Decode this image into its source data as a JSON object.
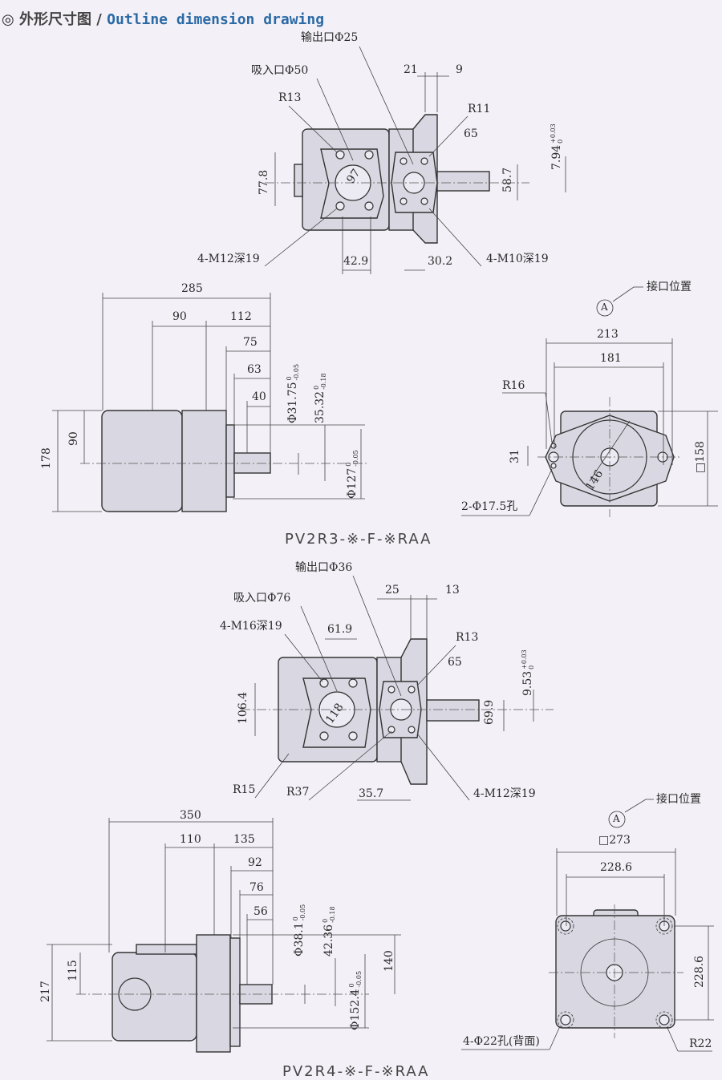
{
  "header": {
    "symbol": "◎",
    "title_cn": "外形尺寸图",
    "separator": "/",
    "title_en": "Outline dimension drawing"
  },
  "pv2r3": {
    "model": "PV2R3-※-F-※RAA",
    "top": {
      "outlet": "输出口Φ25",
      "inlet": "吸入口Φ50",
      "r13": "R13",
      "d21": "21",
      "d9": "9",
      "r11": "R11",
      "d65": "65",
      "key": "7.94",
      "key_tol_up": "+0.03",
      "key_tol_lo": "0",
      "d77_8": "77.8",
      "d58_7": "58.7",
      "d97": "97",
      "thread_left": "4-M12深19",
      "d42_9": "42.9",
      "d30_2": "30.2",
      "thread_right": "4-M10深19"
    },
    "side": {
      "d285": "285",
      "d90": "90",
      "d112": "112",
      "d75": "75",
      "d63": "63",
      "d40": "40",
      "shaft": "Φ31.75",
      "shaft_tol_up": "0",
      "shaft_tol_lo": "-0.05",
      "key": "35.32",
      "key_tol_up": "0",
      "key_tol_lo": "-0.18",
      "d178": "178",
      "d90v": "90",
      "pilot": "Φ127",
      "pilot_tol_up": "0",
      "pilot_tol_lo": "-0.05"
    },
    "front": {
      "port_position": "接口位置",
      "marker": "A",
      "d213": "213",
      "d181": "181",
      "r16": "R16",
      "d31": "31",
      "d146": "146",
      "sq158": "□158",
      "holes": "2-Φ17.5孔"
    }
  },
  "pv2r4": {
    "model": "PV2R4-※-F-※RAA",
    "top": {
      "outlet": "输出口Φ36",
      "d25": "25",
      "d13": "13",
      "inlet": "吸入口Φ76",
      "thread_top": "4-M16深19",
      "d61_9": "61.9",
      "r13": "R13",
      "d65": "65",
      "key": "9.53",
      "key_tol_up": "+0.03",
      "key_tol_lo": "0",
      "d106_4": "106.4",
      "d118": "118",
      "d69_9": "69.9",
      "r15": "R15",
      "r37": "R37",
      "d35_7": "35.7",
      "thread_bottom": "4-M12深19"
    },
    "side": {
      "d350": "350",
      "d110": "110",
      "d135": "135",
      "d92": "92",
      "d76": "76",
      "d56": "56",
      "shaft": "Φ38.1",
      "shaft_tol_up": "0",
      "shaft_tol_lo": "-0.05",
      "key": "42.36",
      "key_tol_up": "0",
      "key_tol_lo": "-0.18",
      "d217": "217",
      "d115": "115",
      "d140": "140",
      "pilot": "Φ152.4",
      "pilot_tol_up": "0",
      "pilot_tol_lo": "-0.05"
    },
    "front": {
      "port_position": "接口位置",
      "marker": "A",
      "sq273": "□273",
      "d228_6h": "228.6",
      "d228_6v": "228.6",
      "holes": "4-Φ22孔(背面)",
      "r22": "R22"
    }
  }
}
